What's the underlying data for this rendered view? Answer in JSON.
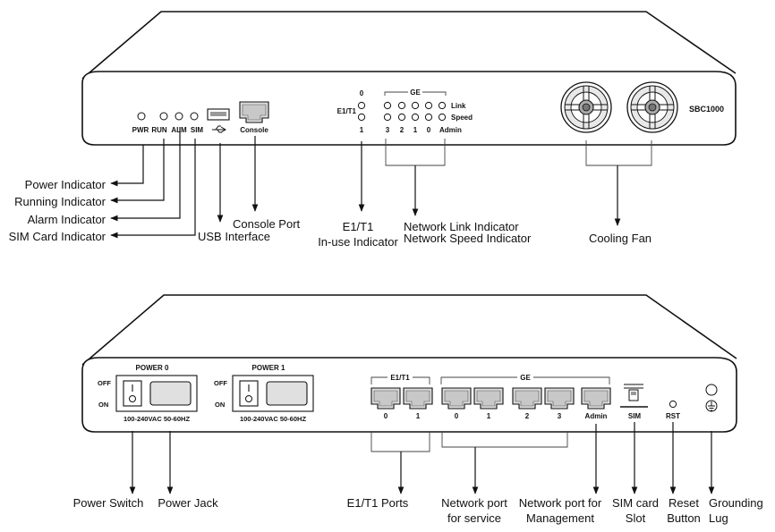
{
  "front": {
    "model": "SBC1000",
    "leds": {
      "pwr": "PWR",
      "run": "RUN",
      "alm": "ALM",
      "sim": "SIM"
    },
    "console": "Console",
    "e1t1_title": "E1/T1",
    "e1t1_top": "0",
    "e1t1_bottom": "1",
    "ge_title": "GE",
    "link": "Link",
    "speed": "Speed",
    "ge_ports": [
      "3",
      "2",
      "1",
      "0"
    ],
    "admin": "Admin"
  },
  "front_callouts": {
    "power_indicator": "Power Indicator",
    "running_indicator": "Running Indicator",
    "alarm_indicator": "Alarm Indicator",
    "sim_card_indicator": "SIM Card Indicator",
    "usb_interface": "USB Interface",
    "console_port": "Console Port",
    "e1t1_line1": "E1/T1",
    "e1t1_line2": "In-use Indicator",
    "network_link": "Network Link Indicator",
    "network_speed": "Network Speed Indicator",
    "cooling_fan": "Cooling Fan"
  },
  "rear": {
    "power0": "POWER 0",
    "power1": "POWER 1",
    "off": "OFF",
    "on": "ON",
    "voltage": "100-240VAC 50-60HZ",
    "e1t1_title": "E1/T1",
    "e1t1_ports": [
      "0",
      "1"
    ],
    "ge_title": "GE",
    "ge_ports": [
      "0",
      "1",
      "2",
      "3"
    ],
    "admin": "Admin",
    "sim": "SIM",
    "rst": "RST"
  },
  "rear_callouts": {
    "power_switch": "Power Switch",
    "power_jack": "Power Jack",
    "e1t1_ports": "E1/T1 Ports",
    "service_line1": "Network port",
    "service_line2": "for service",
    "mgmt_line1": "Network port for",
    "mgmt_line2": "Management",
    "sim_line1": "SIM card",
    "sim_line2": "Slot",
    "reset_line1": "Reset",
    "reset_line2": "Button",
    "ground_line1": "Grounding",
    "ground_line2": "Lug"
  }
}
